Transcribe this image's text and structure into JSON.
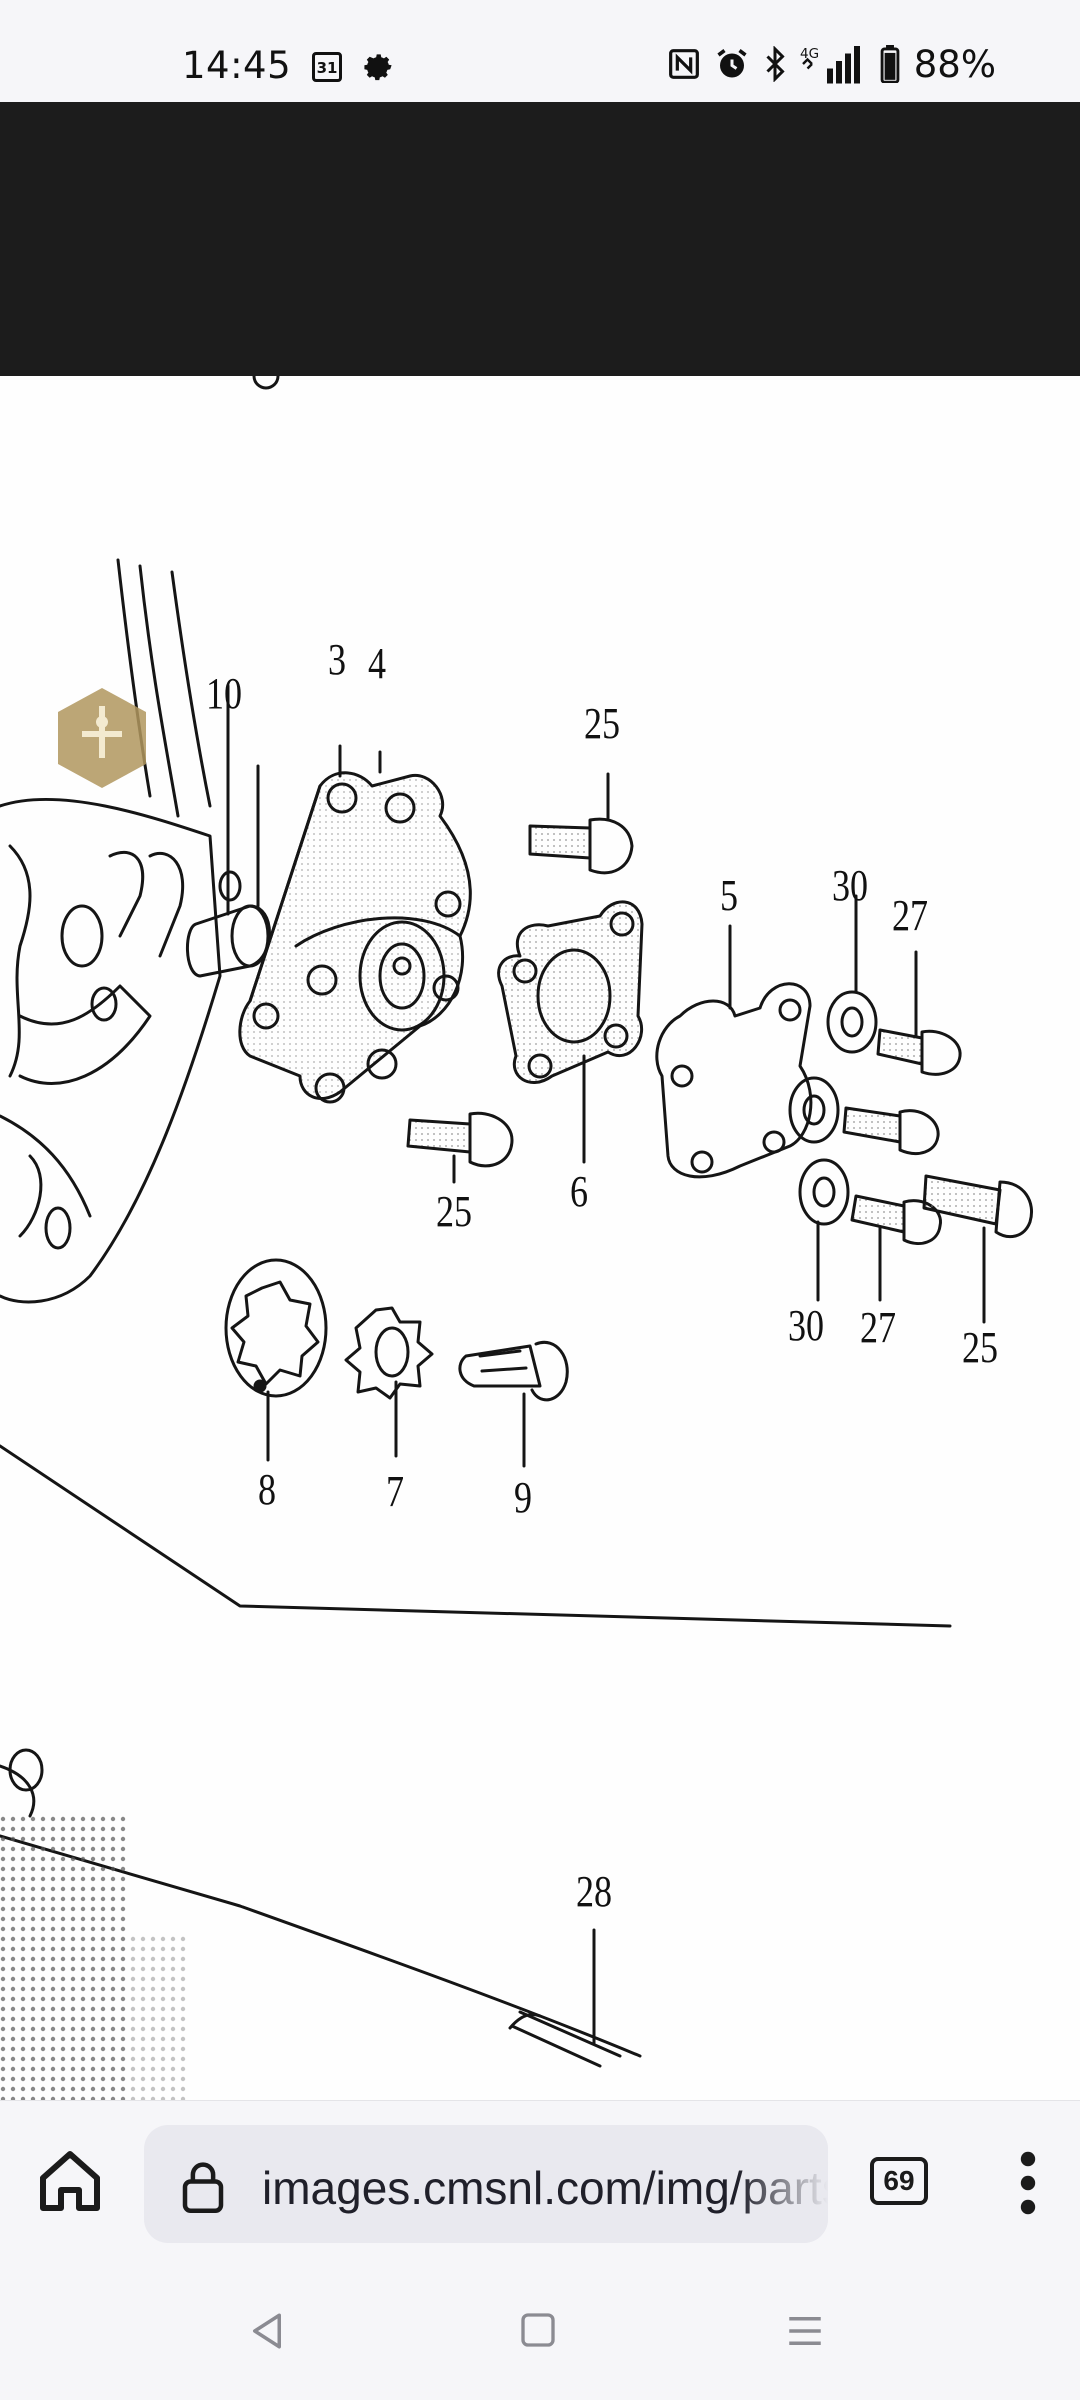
{
  "status_bar": {
    "time": "14:45",
    "calendar_day": "31",
    "network": "4G",
    "battery": "88%",
    "icons": [
      "calendar-icon",
      "gear-icon",
      "nfc-icon",
      "alarm-icon",
      "bluetooth-icon",
      "signal-icon",
      "battery-icon"
    ]
  },
  "diagram": {
    "callouts": {
      "c3": "3",
      "c4": "4",
      "c10": "10",
      "c25a": "25",
      "c25b": "25",
      "c25c": "25",
      "c5": "5",
      "c30a": "30",
      "c30b": "30",
      "c27a": "27",
      "c27b": "27",
      "c6": "6",
      "c8": "8",
      "c7": "7",
      "c9": "9",
      "c28": "28"
    }
  },
  "browser": {
    "url": "images.cmsnl.com/img/partslists/",
    "tab_count": "69",
    "icons": [
      "home-icon",
      "lock-icon",
      "tabs-icon",
      "more-vert-icon"
    ]
  },
  "nav_bar": {
    "icons": [
      "back-icon",
      "home-square-icon",
      "recents-icon"
    ]
  }
}
